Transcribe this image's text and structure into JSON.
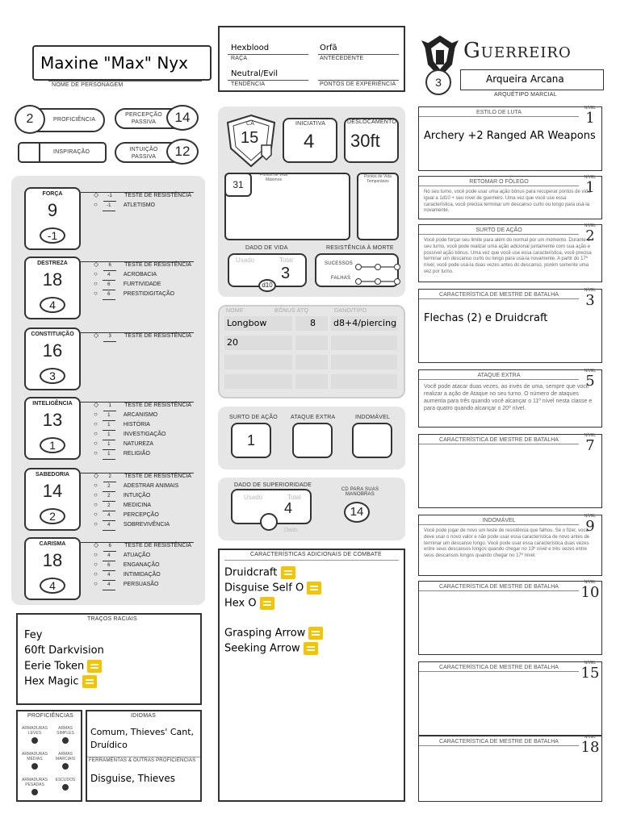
{
  "header": {
    "character_name": "Maxine \"Max\" Nyx",
    "character_name_label": "NOME DE PERSONAGEM",
    "class_name": "Hexblood",
    "race_label": "RAÇA",
    "background": "Orfã",
    "background_label": "ANTECEDENTE",
    "alignment": "Neutral/Evil",
    "alignment_label": "TENDÊNCIA",
    "xp_label": "PONTOS DE EXPERIÊNCIA",
    "class_title": "Guerreiro",
    "level": "3",
    "archetype": "Arqueira Arcana",
    "archetype_label": "ARQUÉTIPO MARCIAL"
  },
  "left_top": {
    "proficiency": "2",
    "proficiency_label": "PROFICIÊNCIA",
    "perception_label": "PERCEPÇÃO PASSIVA",
    "perception": "14",
    "inspiration_label": "INSPIRAÇÃO",
    "inspiration": "",
    "insight_label": "INTUIÇÃO PASSIVA",
    "insight": "12"
  },
  "abilities": [
    {
      "name": "FORÇA",
      "score": "9",
      "mod": "-1",
      "skills": [
        {
          "label": "TESTE DE RESISTÊNCIA",
          "val": "-1"
        },
        {
          "label": "ATLETISMO",
          "val": "-1"
        }
      ]
    },
    {
      "name": "DESTREZA",
      "score": "18",
      "mod": "4",
      "skills": [
        {
          "label": "TESTE DE RESISTÊNCIA",
          "val": "6"
        },
        {
          "label": "ACROBACIA",
          "val": "4"
        },
        {
          "label": "FURTIVIDADE",
          "val": "6"
        },
        {
          "label": "PRESTIDIGITAÇÃO",
          "val": "6"
        }
      ]
    },
    {
      "name": "CONSTITUIÇÃO",
      "score": "16",
      "mod": "3",
      "skills": [
        {
          "label": "TESTE DE RESISTÊNCIA",
          "val": "3"
        }
      ]
    },
    {
      "name": "INTELIGÊNCIA",
      "score": "13",
      "mod": "1",
      "skills": [
        {
          "label": "TESTE DE RESISTÊNCIA",
          "val": "1"
        },
        {
          "label": "ARCANISMO",
          "val": "1"
        },
        {
          "label": "HISTÓRIA",
          "val": "1"
        },
        {
          "label": "INVESTIGAÇÃO",
          "val": "1"
        },
        {
          "label": "NATUREZA",
          "val": "1"
        },
        {
          "label": "RELIGIÃO",
          "val": "1"
        }
      ]
    },
    {
      "name": "SABEDORIA",
      "score": "14",
      "mod": "2",
      "skills": [
        {
          "label": "TESTE DE RESISTÊNCIA",
          "val": "2"
        },
        {
          "label": "ADESTRAR ANIMAIS",
          "val": "2"
        },
        {
          "label": "INTUIÇÃO",
          "val": "2"
        },
        {
          "label": "MEDICINA",
          "val": "2"
        },
        {
          "label": "PERCEPÇÃO",
          "val": "4"
        },
        {
          "label": "SOBREVIVÊNCIA",
          "val": "4"
        }
      ]
    },
    {
      "name": "CARISMA",
      "score": "18",
      "mod": "4",
      "skills": [
        {
          "label": "TESTE DE RESISTÊNCIA",
          "val": "6"
        },
        {
          "label": "ATUAÇÃO",
          "val": "4"
        },
        {
          "label": "ENGANAÇÃO",
          "val": "6"
        },
        {
          "label": "INTIMIDAÇÃO",
          "val": "4"
        },
        {
          "label": "PERSUASÃO",
          "val": "4"
        }
      ]
    }
  ],
  "racial": {
    "title": "TRAÇOS RACIAIS",
    "items": [
      "Fey",
      "60ft Darkvision",
      "Eerie Token",
      "Hex Magic"
    ]
  },
  "proficiencies": {
    "title": "PROFICIÊNCIAS",
    "items": [
      "ARMADURAS LEVES",
      "ARMAS SIMPLES",
      "ARMADURAS MÉDIAS",
      "ARMAS MARCIAIS",
      "ARMADURAS PESADAS",
      "ESCUDOS"
    ]
  },
  "languages": {
    "title": "IDIOMAS",
    "value": "Comum, Thieves' Cant, Druídico",
    "tools_title": "FERRAMENTAS & OUTRAS PROFICIÊNCIAS",
    "tools": "Disguise, Thieves"
  },
  "combat": {
    "ca_label": "CA",
    "ca": "15",
    "initiative_label": "INICIATIVA",
    "initiative": "4",
    "speed_label": "DESLOCAMENTO",
    "speed": "30ft",
    "hp_max_label": "Pontos de Vida Máximos",
    "hp": "31",
    "temp_hp_label": "Pontos de Vida Temporários",
    "hit_dice_label": "DADO DE VIDA",
    "used_label": "Usado",
    "total_label": "Total",
    "hit_dice": "3",
    "hit_die_type": "d10",
    "death_label": "RESISTÊNCIA À MORTE",
    "successes_label": "SUCESSOS",
    "failures_label": "FALHAS"
  },
  "weapons": {
    "headers": [
      "NOME",
      "BÔNUS ATQ",
      "DANO/TIPO"
    ],
    "rows": [
      [
        "Longbow",
        "8",
        "d8+4/piercing"
      ],
      [
        "20",
        "",
        ""
      ],
      [
        "",
        "",
        ""
      ],
      [
        "",
        "",
        ""
      ]
    ]
  },
  "trackers": {
    "action_surge_label": "SURTO DE AÇÃO",
    "action_surge": "1",
    "extra_attack_label": "ATAQUE EXTRA",
    "indomitable_label": "INDOMÁVEL"
  },
  "superiority": {
    "title": "DADO DE SUPERIORIDADE",
    "used_label": "Usado",
    "total_label": "Total",
    "total": "4",
    "die_label": "Dado",
    "dc_label": "CD PARA SUAS MANOBRAS",
    "dc": "14"
  },
  "combat_features": {
    "title": "CARACTERÍSTICAS ADICIONAIS DE COMBATE",
    "items": [
      "Druidcraft",
      "Disguise Self O",
      "Hex O",
      "",
      "Grasping Arrow",
      "Seeking Arrow"
    ]
  },
  "features": [
    {
      "title": "ESTILO DE LUTA",
      "level": "1",
      "level_word": "NÍVEL",
      "text": "Archery +2 Ranged AR Weapons",
      "kind": "hw"
    },
    {
      "title": "RETOMAR O FÔLEGO",
      "level": "1",
      "level_word": "NÍVEL",
      "text": "No seu turno, você pode usar uma ação bônus para recuperar pontos de vida igual a 1d10 + seu nível de guerreiro. Uma vez que você use essa característica, você precisa terminar um descanso curto ou longo para usá-la novamente.",
      "kind": "small"
    },
    {
      "title": "SURTO DE AÇÃO",
      "level": "2",
      "level_word": "NÍVEL",
      "text": "Você pode forçar seu limite para além do normal por um momento. Durante o seu turno, você pode realizar uma ação adicional juntamente com sua ação e possível ação bônus. Uma vez que você use essa característica, você precisa terminar um descanso curto ou longo para usá-la novamente. A partir do 17º nível, você pode usá-la duas vezes antes do descanso, porém somente uma vez por turno.",
      "kind": "small"
    },
    {
      "title": "CARACTERÍSTICA DE MESTRE DE BATALHA",
      "level": "3",
      "level_word": "NÍVEL",
      "text": "Flechas (2) e Druidcraft",
      "kind": "hw"
    },
    {
      "title": "ATAQUE EXTRA",
      "level": "5",
      "level_word": "NÍVEL",
      "text": "Você pode atacar duas vezes, ao invés de uma, sempre que você realizar a ação de Ataque no seu turno. O número de ataques aumenta para três quando você alcançar o 11º nível nesta classe e para quatro quando alcançar o 20º nível.",
      "kind": "small2"
    },
    {
      "title": "CARACTERÍSTICA DE MESTRE DE BATALHA",
      "level": "7",
      "level_word": "NÍVEL",
      "text": "",
      "kind": "hw"
    },
    {
      "title": "INDOMÁVEL",
      "level": "9",
      "level_word": "NÍVEL",
      "text": "Você pode jogar de novo um teste de resistência que falhou. Se o fizer, você deve usar o novo valor e não pode usar essa característica de novo antes de terminar um descanso longo. Você pode usar essa característica duas vezes entre seus descansos longos quando chegar no 13º nível e três vezes entre seus descansos longos quando chegar no 17º nível.",
      "kind": "small"
    },
    {
      "title": "CARACTERÍSTICA DE MESTRE DE BATALHA",
      "level": "10",
      "level_word": "NÍVEL",
      "text": "",
      "kind": "hw"
    },
    {
      "title": "CARACTERÍSTICA DE MESTRE DE BATALHA",
      "level": "15",
      "level_word": "NÍVEL",
      "text": "",
      "kind": "hw"
    },
    {
      "title": "CARACTERÍSTICA DE MESTRE DE BATALHA",
      "level": "18",
      "level_word": "NÍVEL",
      "text": "",
      "kind": "hw"
    }
  ]
}
